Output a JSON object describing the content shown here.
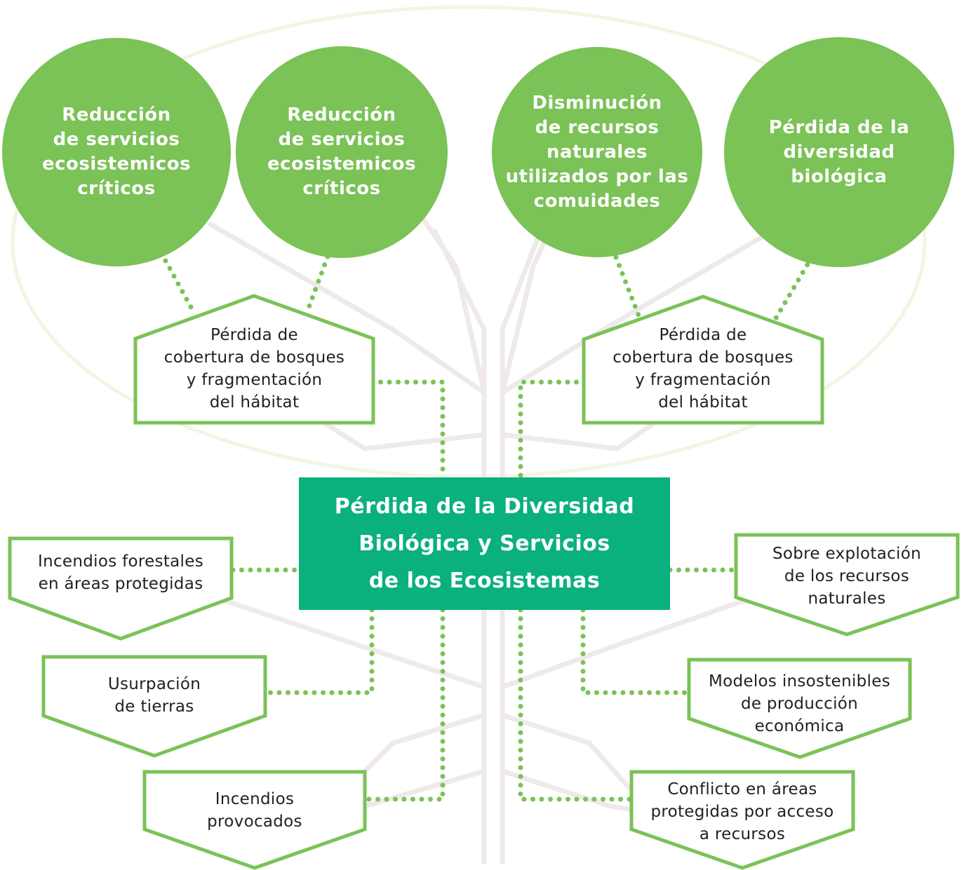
{
  "colors": {
    "circle_fill": "#7bc257",
    "box_outline": "#7bc257",
    "dots": "#7bc257",
    "center_fill": "#0ab07e",
    "background_ellipse": "#f2f5e3",
    "tree_watermark": "#efe9ea"
  },
  "central_problem": {
    "lines": [
      "Pérdida de la Diversidad",
      "Biológica y Servicios",
      "de los Ecosistemas"
    ]
  },
  "effects": [
    {
      "lines": [
        "Reducción",
        "de servicios",
        "ecosistemicos",
        "críticos"
      ]
    },
    {
      "lines": [
        "Reducción",
        "de servicios",
        "ecosistemicos",
        "críticos"
      ]
    },
    {
      "lines": [
        "Disminución",
        "de recursos",
        "naturales",
        "utilizados por las",
        "comuidades"
      ]
    },
    {
      "lines": [
        "Pérdida de la",
        "diversidad",
        "biológica"
      ]
    }
  ],
  "direct_effects": [
    {
      "lines": [
        "Pérdida de",
        "cobertura de bosques",
        "y fragmentación",
        "del hábitat"
      ]
    },
    {
      "lines": [
        "Pérdida de",
        "cobertura de bosques",
        "y fragmentación",
        "del hábitat"
      ]
    }
  ],
  "causes_left": [
    {
      "lines": [
        "Incendios forestales",
        "en áreas protegidas"
      ]
    },
    {
      "lines": [
        "Usurpación",
        "de tierras"
      ]
    },
    {
      "lines": [
        "Incendios",
        "provocados"
      ]
    }
  ],
  "causes_right": [
    {
      "lines": [
        "Sobre explotación",
        "de los recursos",
        "naturales"
      ]
    },
    {
      "lines": [
        "Modelos insostenibles",
        "de producción",
        "económica"
      ]
    },
    {
      "lines": [
        "Conflicto en áreas",
        "protegidas por acceso",
        "a recursos"
      ]
    }
  ]
}
